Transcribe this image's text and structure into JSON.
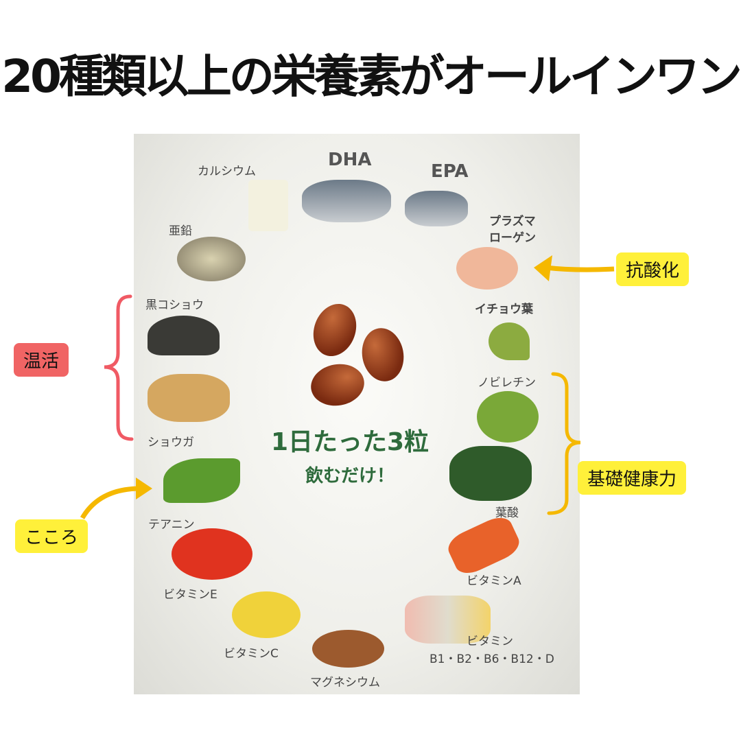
{
  "title": "20種類以上の栄養素がオールインワン",
  "center": {
    "line1": "1日たった3粒",
    "line2": "飲むだけ！"
  },
  "nutrients": {
    "calcium": "カルシウム",
    "dha": "DHA",
    "epa": "EPA",
    "zinc": "亜鉛",
    "plasmalogen1": "プラズマ",
    "plasmalogen2": "ローゲン",
    "black_pepper": "黒コショウ",
    "ginkgo": "イチョウ葉",
    "ginger": "ショウガ",
    "nobiletin": "ノビレチン",
    "theanine": "テアニン",
    "folic_acid": "葉酸",
    "vitamin_e": "ビタミンE",
    "vitamin_a": "ビタミンA",
    "vitamin_c": "ビタミンC",
    "vitamin_b1": "ビタミン",
    "vitamin_b2": "B1・B2・B6・B12・D",
    "magnesium": "マグネシウム"
  },
  "tags": {
    "antioxidant": "抗酸化",
    "warming": "温活",
    "basic_health": "基礎健康力",
    "mind": "こころ"
  },
  "colors": {
    "yellow": "#fff03a",
    "pink": "#f06464",
    "green": "#2e6b3c",
    "bracket_yellow": "#f5b800",
    "bracket_red": "#f05a64"
  }
}
